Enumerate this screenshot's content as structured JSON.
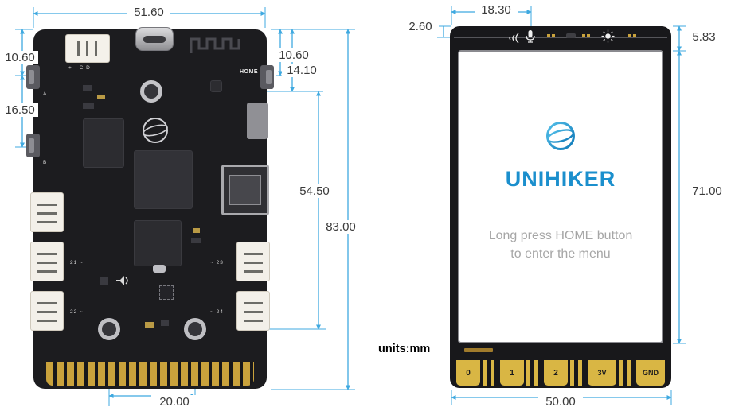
{
  "units_label": "units:mm",
  "back_view": {
    "dims": {
      "board_width": "51.60",
      "top_to_button_a": "10.60",
      "button_a_to_button_b": "16.50",
      "top_to_home_button": "10.60",
      "top_to_round_part": "14.10",
      "round_part_span": "54.50",
      "board_height": "83.00",
      "bottom_round_span": "20.00"
    },
    "labels": {
      "home": "HOME",
      "button_a": "A",
      "button_b": "B",
      "top_connector_pins": "+ - C D",
      "port_21": "21 ~",
      "port_22": "22 ~",
      "port_23": "~ 23",
      "port_24": "~ 24"
    }
  },
  "front_view": {
    "dims": {
      "left_to_mic": "18.30",
      "bezel_to_glass": "2.60",
      "top_to_display": "5.83",
      "display_height": "71.00",
      "board_width": "50.00"
    },
    "screen": {
      "brand": "UNIHIKER",
      "hint_line1": "Long press HOME button",
      "hint_line2": "to enter the menu"
    },
    "pins": [
      "0",
      "1",
      "2",
      "3V",
      "GND"
    ]
  }
}
